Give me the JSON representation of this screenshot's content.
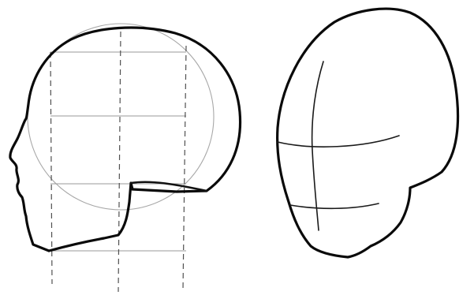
{
  "figures": [
    {
      "id": "side-view",
      "subject": "head-side-view-construction"
    },
    {
      "id": "three-quarter-view",
      "subject": "head-three-quarter-view"
    }
  ]
}
